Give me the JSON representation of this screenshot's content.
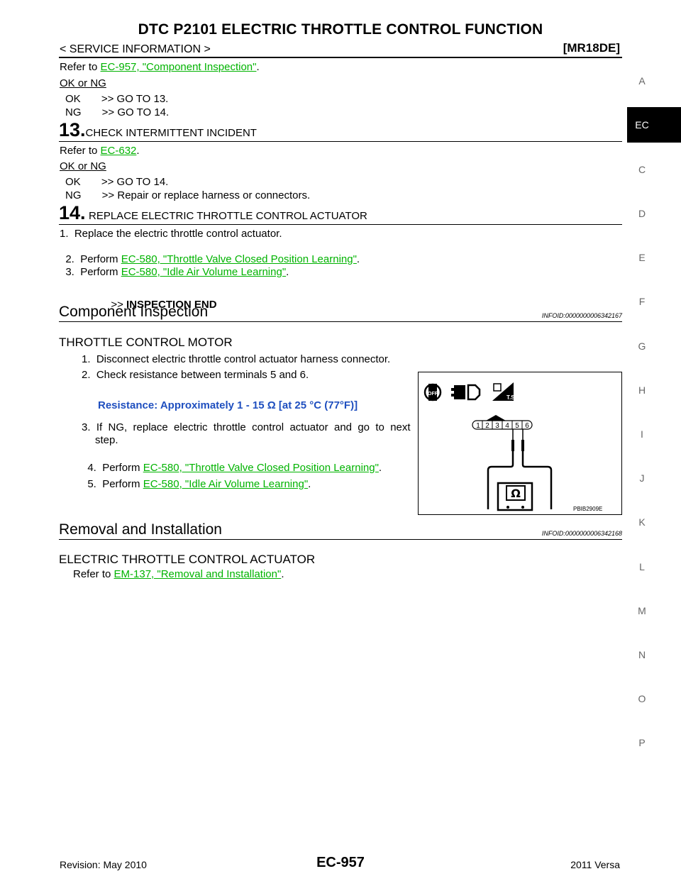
{
  "header": {
    "title": "DTC P2101 ELECTRIC THROTTLE CONTROL FUNCTION",
    "breadcrumb": "< SERVICE INFORMATION >",
    "engine": "[MR18DE]"
  },
  "step12": {
    "refer_prefix": "Refer to ",
    "refer_link": "EC-957, \"Component Inspection\"",
    "refer_suffix": ".",
    "ok_ng": "OK or NG",
    "ok_line": "OK       >> GO TO 13.",
    "ng_line": "NG       >> GO TO 14."
  },
  "step13": {
    "number": "13.",
    "title": "CHECK INTERMITTENT INCIDENT",
    "refer_prefix": "Refer to ",
    "refer_link": "EC-632",
    "refer_suffix": ".",
    "ok_ng": "OK or NG",
    "ok_line": "OK       >> GO TO 14.",
    "ng_line": "NG       >> Repair or replace harness or connectors."
  },
  "step14": {
    "number": "14.",
    "title": "REPLACE ELECTRIC THROTTLE CONTROL ACTUATOR",
    "item1": "1.  Replace the electric throttle control actuator.",
    "item2_prefix": "2.  Perform ",
    "item2_link": "EC-580, \"Throttle Valve Closed Position Learning\"",
    "item2_suffix": ".",
    "item3_prefix": "3.  Perform ",
    "item3_link": "EC-580, \"Idle Air Volume Learning\"",
    "item3_suffix": ".",
    "end_prefix": ">> ",
    "end_text": "INSPECTION END"
  },
  "component_inspection": {
    "heading": "Component Inspection",
    "infoid": "INFOID:0000000006342167",
    "subheading": "THROTTLE CONTROL MOTOR",
    "item1": "1.  Disconnect electric throttle control actuator harness connector.",
    "item2": "2.  Check resistance between terminals 5 and 6.",
    "spec": "Resistance: Approximately 1 - 15 Ω [at 25 °C (77°F)]",
    "item3_line1": "3.  If  NG,  replace  electric  throttle  control  actuator  and  go  to  next",
    "item3_line2": "step.",
    "item4_prefix": "4.  Perform ",
    "item4_link": "EC-580, \"Throttle Valve Closed Position Learning\"",
    "item4_suffix": ".",
    "item5_prefix": "5.  Perform ",
    "item5_link": "EC-580, \"Idle Air Volume Learning\"",
    "item5_suffix": "."
  },
  "figure": {
    "terminals": [
      "1",
      "2",
      "3",
      "4",
      "5",
      "6"
    ],
    "meter_symbol": "Ω",
    "ts_label": "T.S.",
    "off_label": "OFF",
    "figure_id": "PBIB2909E"
  },
  "removal": {
    "heading": "Removal and Installation",
    "infoid": "INFOID:0000000006342168",
    "subheading": "ELECTRIC THROTTLE CONTROL ACTUATOR",
    "refer_prefix": "Refer to ",
    "refer_link": "EM-137, \"Removal and Installation\"",
    "refer_suffix": "."
  },
  "side_index": {
    "letters": [
      "A",
      "EC",
      "C",
      "D",
      "E",
      "F",
      "G",
      "H",
      "I",
      "J",
      "K",
      "L",
      "M",
      "N",
      "O",
      "P"
    ],
    "active": "EC"
  },
  "footer": {
    "page": "EC-957",
    "revision": "Revision: May 2010",
    "model": "2011 Versa"
  },
  "colors": {
    "link": "#00b300",
    "spec": "#1f4fbf"
  }
}
